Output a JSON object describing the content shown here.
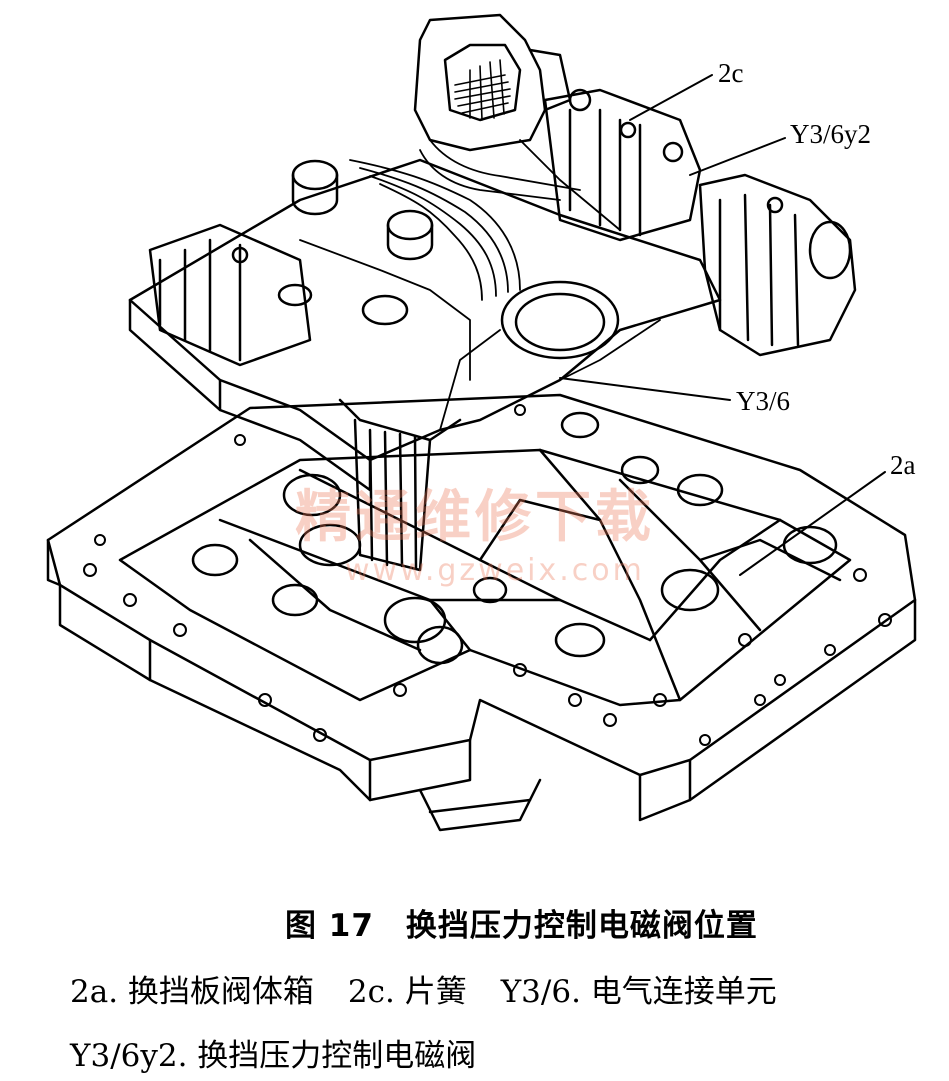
{
  "callouts": {
    "c2c": "2c",
    "y36y2": "Y3/6y2",
    "y36": "Y3/6",
    "c2a": "2a"
  },
  "watermark": {
    "cn": "精通维修下载",
    "url": "www.gzweix.com"
  },
  "caption": {
    "title": "图 17　换挡压力控制电磁阀位置",
    "legend": [
      "2a. 换挡板阀体箱",
      "2c. 片簧",
      "Y3/6. 电气连接单元",
      "Y3/6y2. 换挡压力控制电磁阀"
    ]
  }
}
